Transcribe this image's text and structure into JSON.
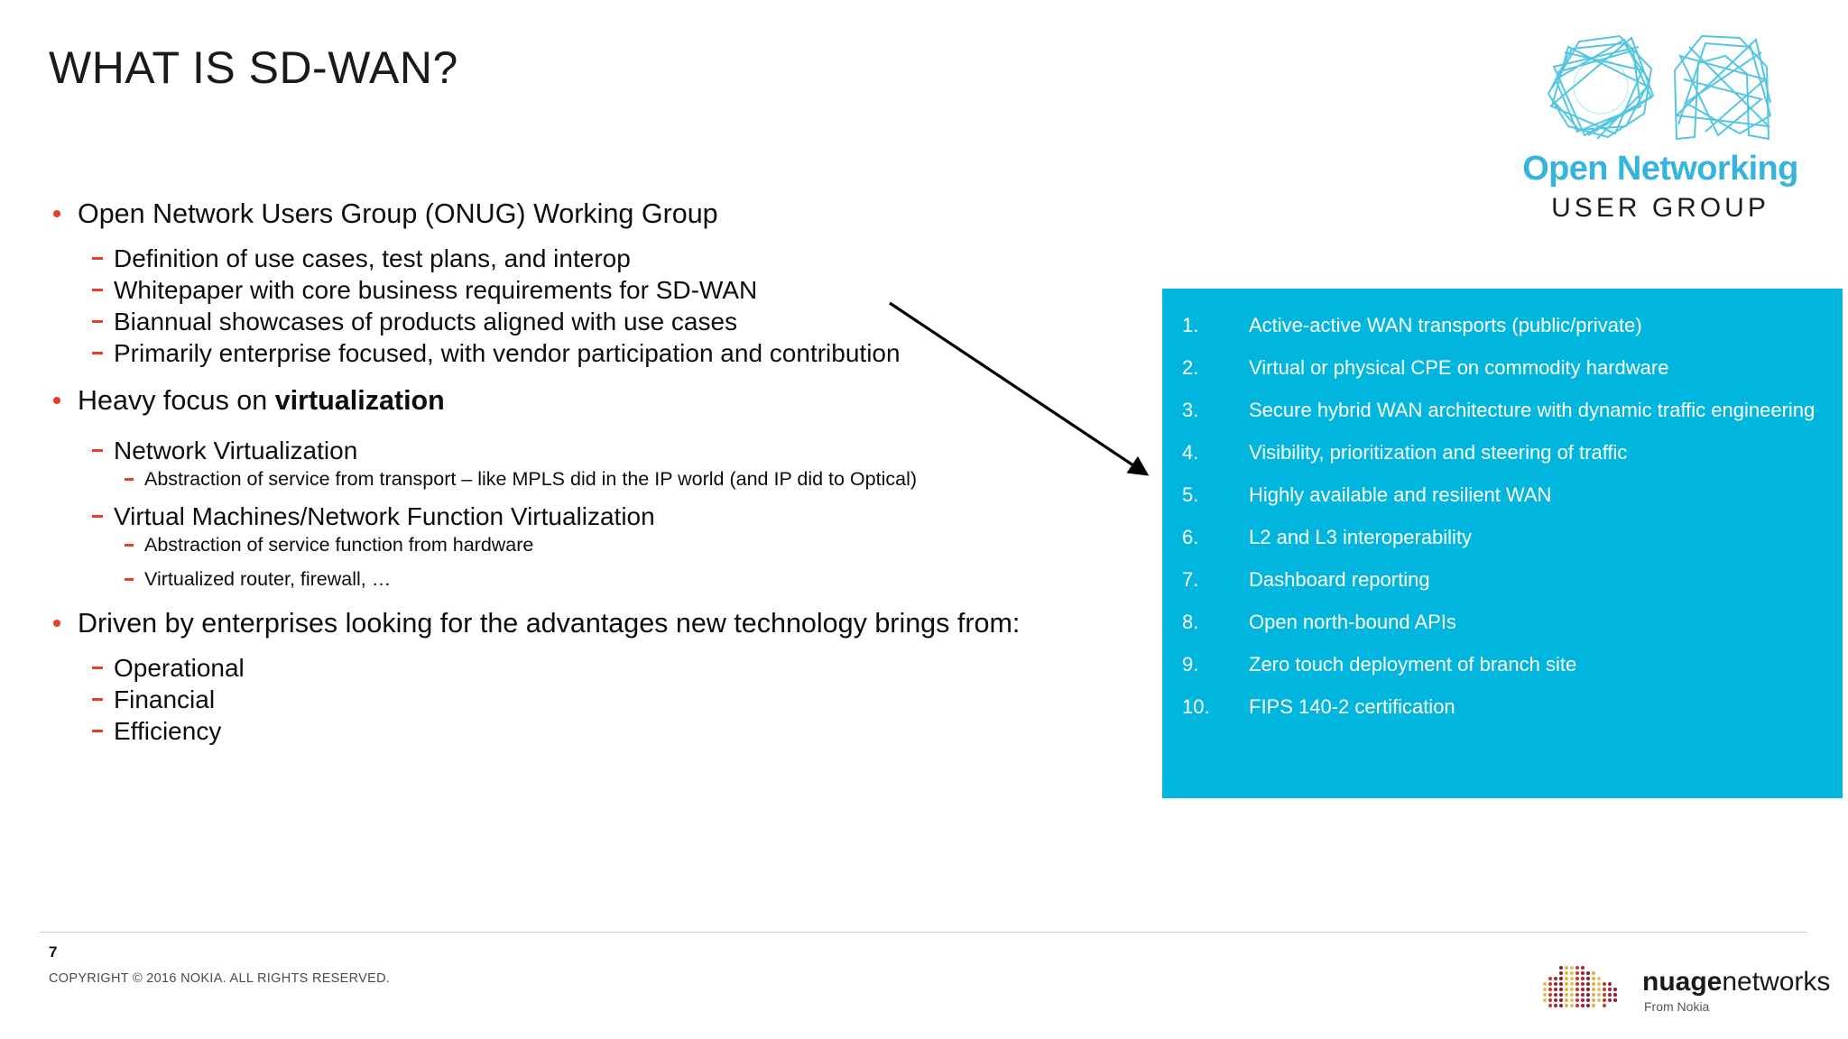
{
  "slide": {
    "title": "WHAT IS SD-WAN?",
    "page_number": "7",
    "copyright": "COPYRIGHT © 2016 NOKIA. ALL RIGHTS RESERVED."
  },
  "colors": {
    "bullet_accent": "#E8401F",
    "panel_background": "#00B6DE",
    "panel_text": "#FFFFFF",
    "onug_cyan": "#35B4DD",
    "body_text": "#0D0D0D"
  },
  "body": {
    "b1": "Open Network Users Group (ONUG) Working Group",
    "b1_subs": [
      "Definition of use cases, test plans, and interop",
      "Whitepaper with core business requirements for SD-WAN",
      "Biannual showcases of products aligned with use cases",
      "Primarily enterprise focused, with vendor participation and contribution"
    ],
    "b2_prefix": "Heavy focus on ",
    "b2_bold": "virtualization",
    "b2_sub1": "Network Virtualization",
    "b2_sub1_items": [
      "Abstraction of service from transport – like MPLS did in the IP world (and IP did to Optical)"
    ],
    "b2_sub2": "Virtual Machines/Network Function Virtualization",
    "b2_sub2_items": [
      "Abstraction of service function from hardware",
      "Virtualized router, firewall, …"
    ],
    "b3": "Driven by enterprises looking for the advantages new technology brings from:",
    "b3_subs": [
      "Operational",
      "Financial",
      "Efficiency"
    ]
  },
  "requirements_panel": {
    "items": [
      {
        "num": "1.",
        "text": "Active-active WAN transports (public/private)"
      },
      {
        "num": "2.",
        "text": "Virtual or physical CPE on commodity hardware"
      },
      {
        "num": "3.",
        "text": "Secure hybrid WAN architecture with dynamic traffic engineering"
      },
      {
        "num": "4.",
        "text": "Visibility, prioritization and steering of traffic"
      },
      {
        "num": "5.",
        "text": "Highly available and resilient WAN"
      },
      {
        "num": "6.",
        "text": "L2 and L3 interoperability"
      },
      {
        "num": "7.",
        "text": "Dashboard reporting"
      },
      {
        "num": "8.",
        "text": "Open north-bound APIs"
      },
      {
        "num": "9.",
        "text": "Zero touch deployment of branch site"
      },
      {
        "num": "10.",
        "text": "FIPS 140-2 certification"
      }
    ]
  },
  "onug_logo": {
    "line1": "Open Networking",
    "line2": "USER GROUP"
  },
  "nuage_logo": {
    "word_bold": "nuage",
    "word_light": "networks",
    "tagline": "From Nokia"
  }
}
